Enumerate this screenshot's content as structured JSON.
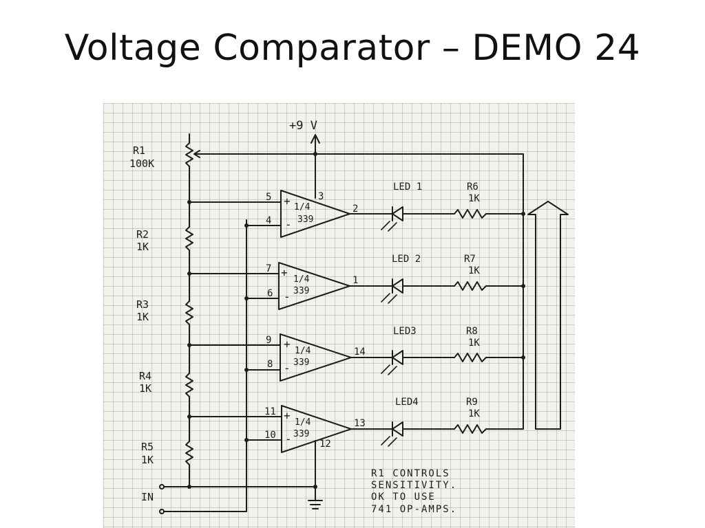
{
  "slide": {
    "title": "Voltage Comparator – DEMO 24"
  },
  "supply": {
    "label": "+9 V"
  },
  "input": {
    "label": "IN"
  },
  "resistors": {
    "r1": {
      "name": "R1",
      "value": "100K"
    },
    "r2": {
      "name": "R2",
      "value": "1K"
    },
    "r3": {
      "name": "R3",
      "value": "1K"
    },
    "r4": {
      "name": "R4",
      "value": "1K"
    },
    "r5": {
      "name": "R5",
      "value": "1K"
    },
    "r6": {
      "name": "R6",
      "value": "1K"
    },
    "r7": {
      "name": "R7",
      "value": "1K"
    },
    "r8": {
      "name": "R8",
      "value": "1K"
    },
    "r9": {
      "name": "R9",
      "value": "1K"
    }
  },
  "opamps": {
    "a1": {
      "plus_pin": "5",
      "minus_pin": "4",
      "out_pin": "2",
      "supply_pin": "3",
      "fraction": "1/4",
      "part": "339"
    },
    "a2": {
      "plus_pin": "7",
      "minus_pin": "6",
      "out_pin": "1",
      "fraction": "1/4",
      "part": "339"
    },
    "a3": {
      "plus_pin": "9",
      "minus_pin": "8",
      "out_pin": "14",
      "fraction": "1/4",
      "part": "339"
    },
    "a4": {
      "plus_pin": "11",
      "minus_pin": "10",
      "out_pin": "13",
      "ground_pin": "12",
      "fraction": "1/4",
      "part": "339"
    }
  },
  "leds": {
    "led1": "LED 1",
    "led2": "LED 2",
    "led3": "LED3",
    "led4": "LED4"
  },
  "note": {
    "lines": [
      "R1 CONTROLS",
      "SENSITIVITY.",
      "OK TO USE",
      "741 OP-AMPS."
    ]
  }
}
